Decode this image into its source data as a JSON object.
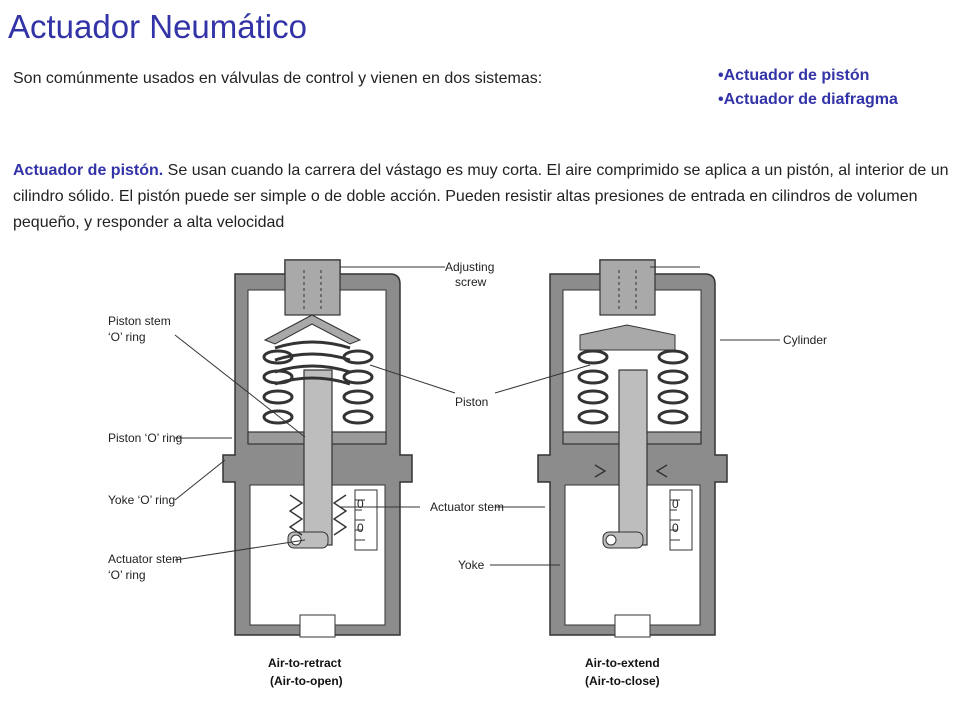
{
  "title": "Actuador Neumático",
  "intro": "Son comúnmente usados en válvulas de control y vienen en dos sistemas:",
  "bullets": [
    "•Actuador de pistón",
    "•Actuador de diafragma"
  ],
  "paragraph": {
    "lead": "Actuador de pistón.",
    "body": " Se usan cuando la carrera del vástago es muy corta. El aire comprimido se aplica a un pistón, al interior de un cilindro sólido. El pistón puede ser simple o de doble acción. Pueden resistir altas presiones de entrada en cilindros de volumen pequeño, y responder a alta velocidad"
  },
  "diagram": {
    "labels": {
      "adjusting_screw_1": "Adjusting",
      "adjusting_screw_2": "screw",
      "cylinder": "Cylinder",
      "piston": "Piston",
      "actuator_stem": "Actuator stem",
      "yoke": "Yoke",
      "piston_stem_oring_1": "Piston stem",
      "piston_stem_oring_2": "‘O’ ring",
      "piston_oring": "Piston ‘O’ ring",
      "yoke_oring": "Yoke ‘O’ ring",
      "actuator_stem_oring_1": "Actuator stem",
      "actuator_stem_oring_2": "‘O’ ring"
    },
    "captions": {
      "left_1": "Air-to-retract",
      "left_2": "(Air-to-open)",
      "right_1": "Air-to-extend",
      "right_2": "(Air-to-close)"
    },
    "scale_marks": [
      "0",
      "0",
      "0",
      "0"
    ],
    "colors": {
      "body": "#8c8c8c",
      "stem": "#bdbdbd",
      "inner": "#ffffff",
      "line": "#333333"
    }
  }
}
